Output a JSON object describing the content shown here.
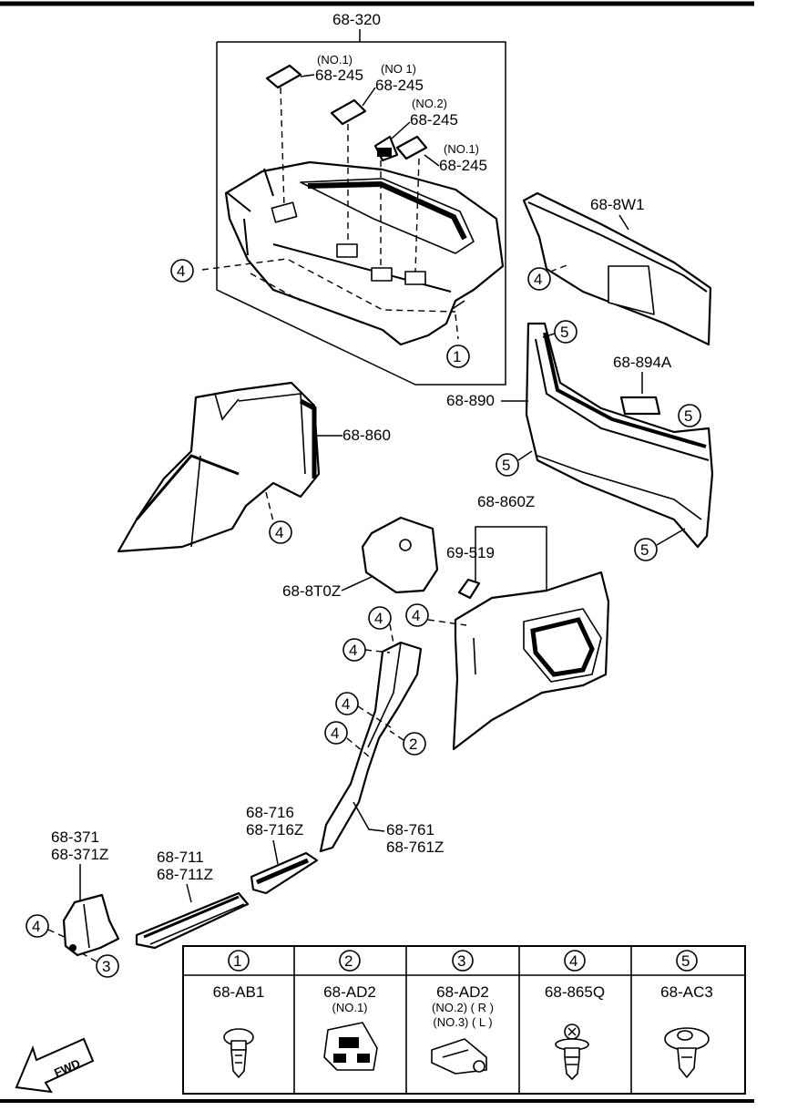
{
  "labels": {
    "l68_320": "68-320",
    "no1_a": "(NO.1)",
    "p245_a": "68-245",
    "no1_b": "(NO 1)",
    "p245_b": "68-245",
    "no2_c": "(NO.2)",
    "p245_c": "68-245",
    "no1_d": "(NO.1)",
    "p245_d": "68-245",
    "l68_8W1": "68-8W1",
    "l68_894A": "68-894A",
    "l68_890": "68-890",
    "l68_860": "68-860",
    "l68_860Z": "68-860Z",
    "l69_519": "69-519",
    "l68_8T0Z": "68-8T0Z",
    "l68_716": "68-716",
    "l68_716Z": "68-716Z",
    "l68_761": "68-761",
    "l68_761Z": "68-761Z",
    "l68_371": "68-371",
    "l68_371Z": "68-371Z",
    "l68_711": "68-711",
    "l68_711Z": "68-711Z",
    "fwd": "FWD"
  },
  "callouts": {
    "c1": "1",
    "c2": "2",
    "c3": "3",
    "c4": "4",
    "c5": "5"
  },
  "fastener_table": {
    "col1": {
      "num": "1",
      "part": "68-AB1",
      "note1": "",
      "note2": ""
    },
    "col2": {
      "num": "2",
      "part": "68-AD2",
      "note1": "(NO.1)",
      "note2": ""
    },
    "col3": {
      "num": "3",
      "part": "68-AD2",
      "note1": "(NO.2) ( R )",
      "note2": "(NO.3) ( L )"
    },
    "col4": {
      "num": "4",
      "part": "68-865Q",
      "note1": "",
      "note2": ""
    },
    "col5": {
      "num": "5",
      "part": "68-AC3",
      "note1": "",
      "note2": ""
    }
  }
}
